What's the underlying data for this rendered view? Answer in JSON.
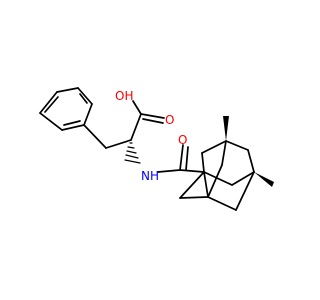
{
  "molecule": {
    "atom_labels": {
      "hydroxyl": "OH",
      "carbonyl_acid_o": "O",
      "carbonyl_amide_o": "O",
      "amide_nh": "NH"
    }
  },
  "colors": {
    "bond": "#000000",
    "oxygen": "#ff0000",
    "nitrogen": "#0000ff",
    "background": "#ffffff"
  }
}
